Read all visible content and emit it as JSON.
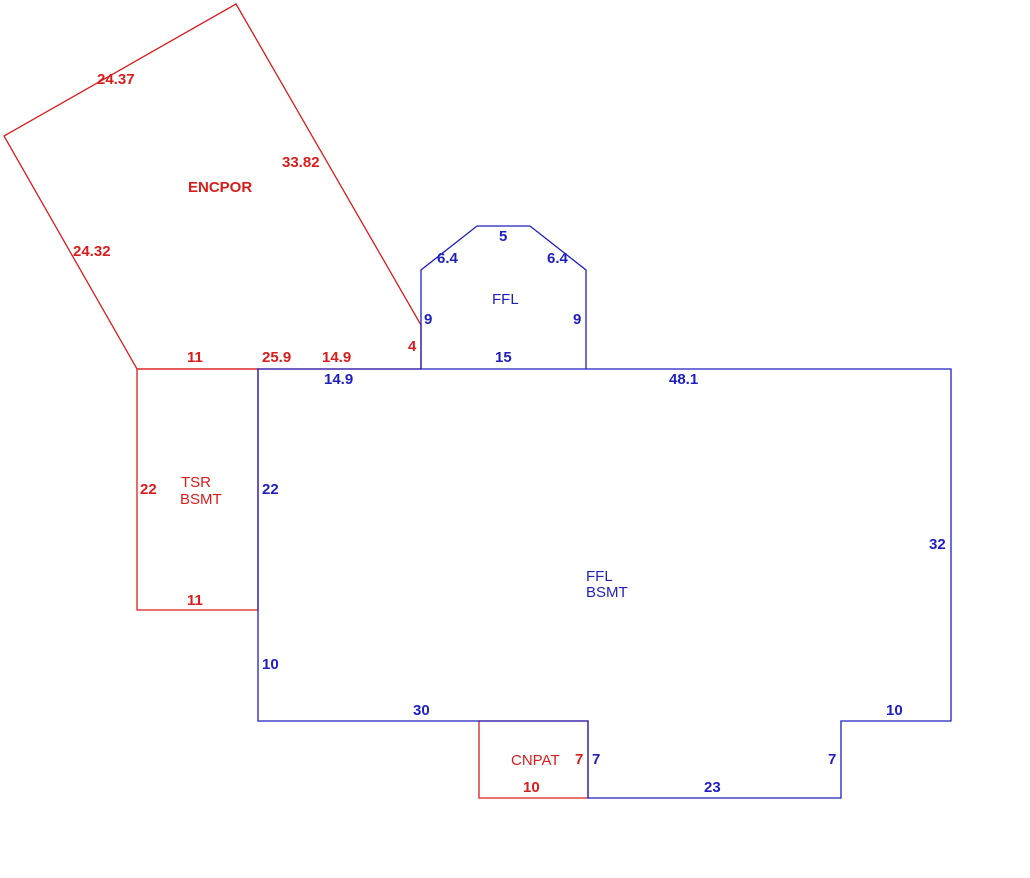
{
  "colors": {
    "red": "#d91c1c",
    "blue": "#1f1fbf"
  },
  "areas": {
    "enc_por": [
      "ENCPOR"
    ],
    "ffl_upper": [
      "FFL"
    ],
    "tsr_bsmt": [
      "TSR",
      "BSMT"
    ],
    "ffl_bsmt": [
      "FFL",
      "BSMT"
    ],
    "cnpat": [
      "CNPAT"
    ]
  },
  "dims": {
    "por_top": "24.37",
    "por_right": "33.82",
    "por_left": "24.32",
    "por_bottom_11": "11",
    "por_bottom_25_9": "25.9",
    "por_bottom_14_9": "14.9",
    "por_4": "4",
    "ffl_top": "5",
    "ffl_diag_left": "6.4",
    "ffl_diag_right": "6.4",
    "ffl_left": "9",
    "ffl_right": "9",
    "ffl_bottom": "15",
    "main_top_left": "14.9",
    "main_top_right": "48.1",
    "tsr_left": "22",
    "tsr_right": "22",
    "tsr_bottom": "11",
    "main_left_lower": "10",
    "main_right": "32",
    "main_bottom_left": "30",
    "main_step_top": "10",
    "main_step_right": "7",
    "main_bottom_right": "23",
    "cnpat_right_red": "7",
    "cnpat_right_blue": "7",
    "cnpat_bottom": "10"
  }
}
